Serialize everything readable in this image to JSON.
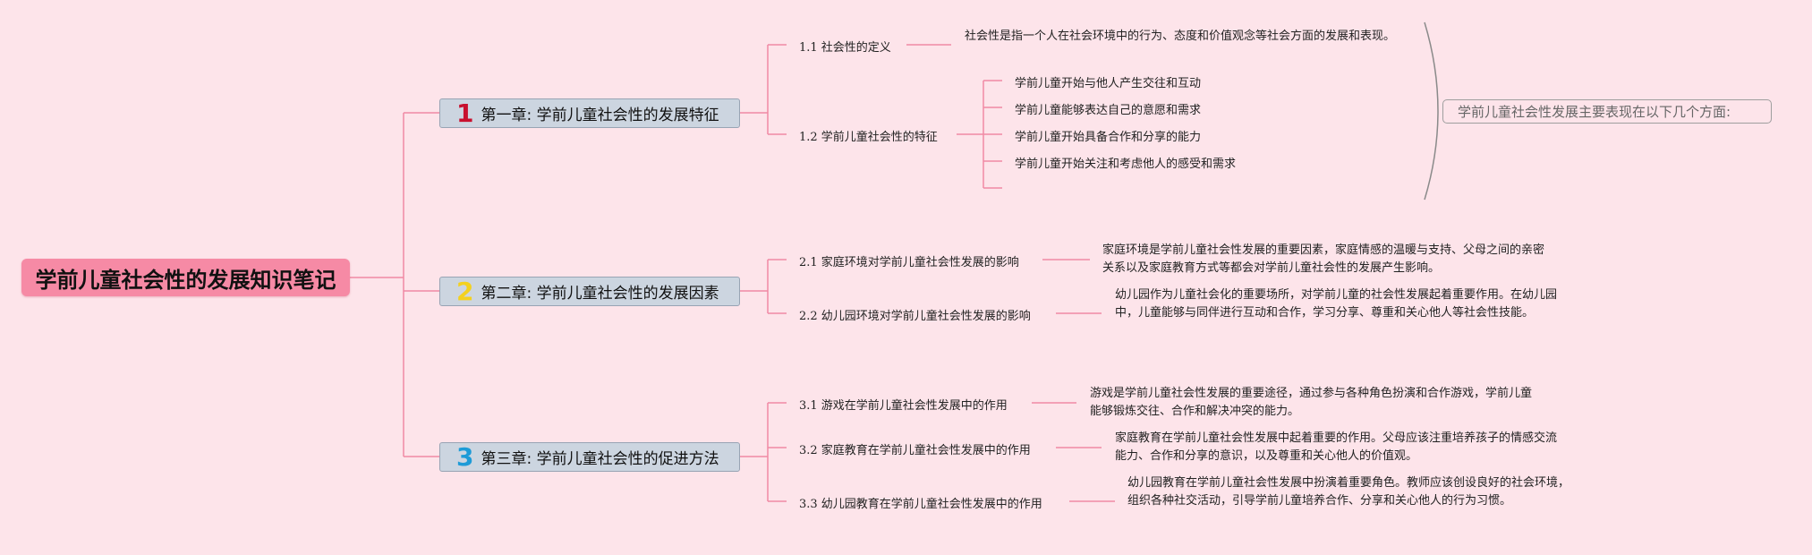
{
  "root": {
    "title": "学前儿童社会性的发展知识笔记"
  },
  "chapters": [
    {
      "num": "1",
      "num_color": "#c8102e",
      "title": "第一章: 学前儿童社会性的发展特征",
      "sections": [
        {
          "title": "1.1 社会性的定义",
          "desc": "社会性是指一个人在社会环境中的行为、态度和价值观念等社会方面的发展和表现。"
        },
        {
          "title": "1.2 学前儿童社会性的特征"
        }
      ],
      "features": [
        "学前儿童开始与他人产生交往和互动",
        "学前儿童能够表达自己的意愿和需求",
        "学前儿童开始具备合作和分享的能力",
        "学前儿童开始关注和考虑他人的感受和需求"
      ]
    },
    {
      "num": "2",
      "num_color": "#f4d11e",
      "title": "第二章: 学前儿童社会性的发展因素",
      "sections": [
        {
          "title": "2.1 家庭环境对学前儿童社会性发展的影响",
          "desc": "家庭环境是学前儿童社会性发展的重要因素，家庭情感的温暖与支持、父母之间的亲密关系以及家庭教育方式等都会对学前儿童社会性的发展产生影响。"
        },
        {
          "title": "2.2 幼儿园环境对学前儿童社会性发展的影响",
          "desc": "幼儿园作为儿童社会化的重要场所，对学前儿童的社会性发展起着重要作用。在幼儿园中，儿童能够与同伴进行互动和合作，学习分享、尊重和关心他人等社会性技能。"
        }
      ]
    },
    {
      "num": "3",
      "num_color": "#1e9bd7",
      "title": "第三章: 学前儿童社会性的促进方法",
      "sections": [
        {
          "title": "3.1 游戏在学前儿童社会性发展中的作用",
          "desc": "游戏是学前儿童社会性发展的重要途径，通过参与各种角色扮演和合作游戏，学前儿童能够锻炼交往、合作和解决冲突的能力。"
        },
        {
          "title": "3.2 家庭教育在学前儿童社会性发展中的作用",
          "desc": "家庭教育在学前儿童社会性发展中起着重要的作用。父母应该注重培养孩子的情感交流能力、合作和分享的意识，以及尊重和关心他人的价值观。"
        },
        {
          "title": "3.3 幼儿园教育在学前儿童社会性发展中的作用",
          "desc": "幼儿园教育在学前儿童社会性发展中扮演着重要角色。教师应该创设良好的社会环境，组织各种社交活动，引导学前儿童培养合作、分享和关心他人的行为习惯。"
        }
      ]
    }
  ],
  "summary": {
    "text": "学前儿童社会性发展主要表现在以下几个方面:"
  },
  "colors": {
    "connector": "#f08aa4",
    "bracket": "#8a8a8a",
    "background": "#fde4ea",
    "root_fill": "#f68aa5",
    "chapter_fill": "#ccd5e0"
  }
}
